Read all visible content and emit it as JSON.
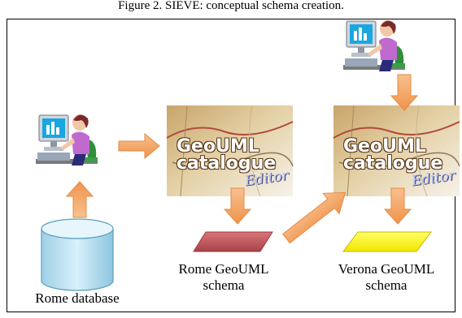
{
  "caption": "Figure 2. SIEVE: conceptual schema creation.",
  "editor_logo": {
    "line1": "GeoUML",
    "line2": "catalogue",
    "line3": "Editor"
  },
  "labels": {
    "rome_database": "Rome database",
    "rome_schema_line1": "Rome GeoUML",
    "rome_schema_line2": "schema",
    "verona_schema_line1": "Verona GeoUML",
    "verona_schema_line2": "schema"
  },
  "colors": {
    "arrow": "#f4a460",
    "arrow_stroke": "#e07a2e",
    "database": "#bfe3f1",
    "rome_schema": "#c2565b",
    "verona_schema": "#ffff00"
  },
  "icons": [
    "user-at-computer-icon",
    "database-icon",
    "geouml-catalogue-editor-logo"
  ]
}
